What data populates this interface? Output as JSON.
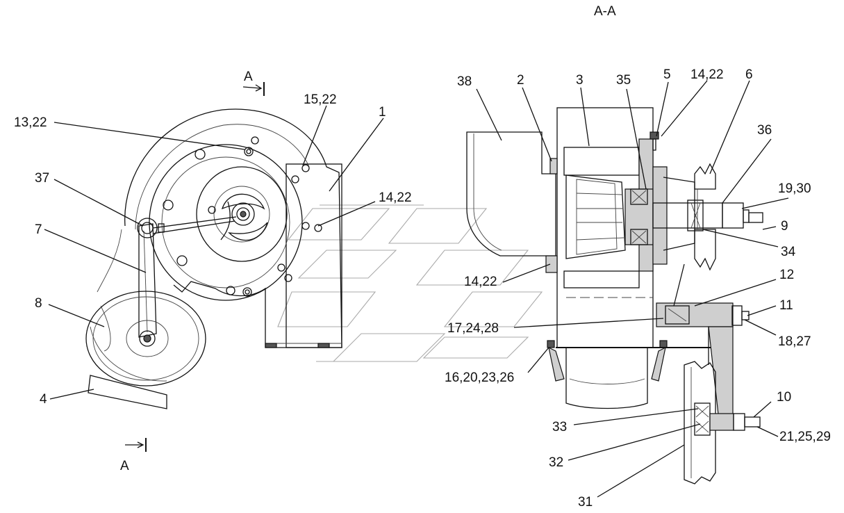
{
  "section_title": "А-А",
  "section_marks": [
    "А",
    "А"
  ],
  "left_view_labels": [
    "13,22",
    "15,22",
    "1",
    "37",
    "14,22",
    "7",
    "8",
    "4"
  ],
  "right_view_labels": [
    "38",
    "2",
    "3",
    "35",
    "5",
    "14,22",
    "6",
    "36",
    "19,30",
    "9",
    "34",
    "14,22",
    "12",
    "11",
    "17,24,28",
    "18,27",
    "16,20,23,26",
    "10",
    "33",
    "21,25,29",
    "32",
    "31"
  ]
}
